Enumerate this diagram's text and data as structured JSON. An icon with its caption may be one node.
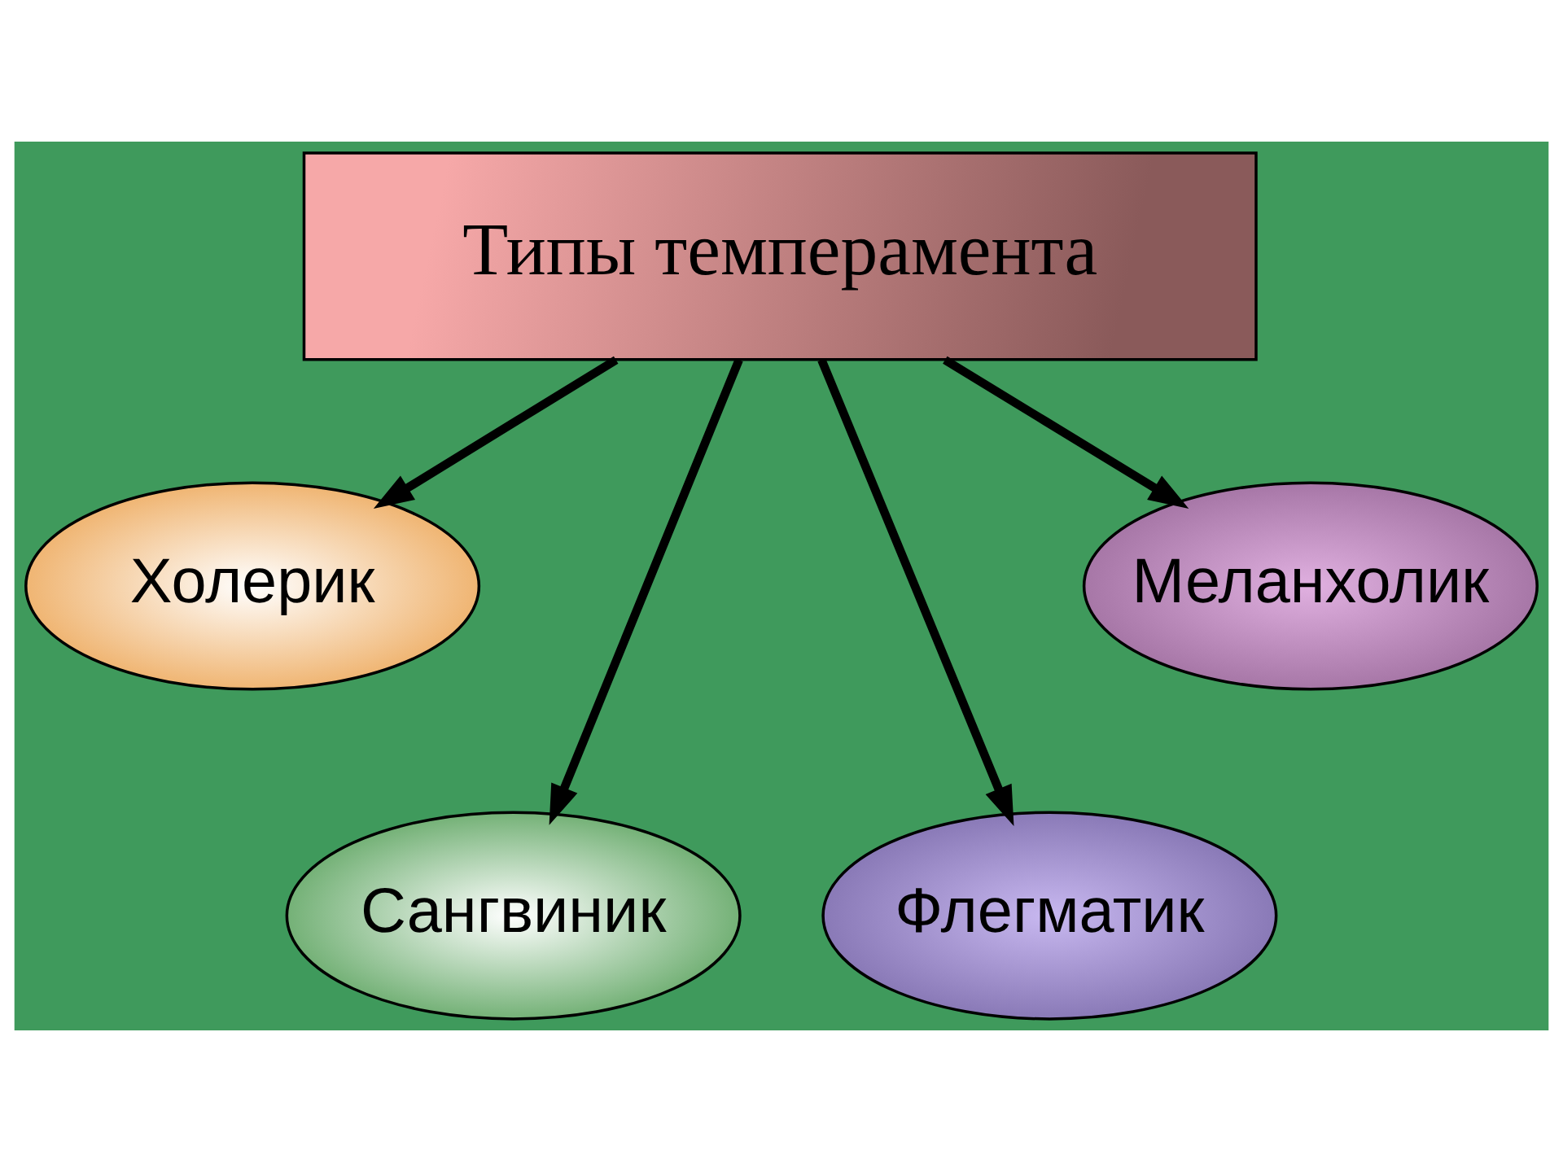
{
  "diagram": {
    "nodes": [
      {
        "text": [
          "Типы темперамента"
        ]
      },
      {
        "text": [
          "Холерик"
        ]
      },
      {
        "text": [
          "Сангвиник"
        ]
      },
      {
        "text": [
          "Флегматик"
        ]
      },
      {
        "text": [
          "Меланхолик"
        ]
      }
    ],
    "edges": [
      {
        "from": 0,
        "to": 1,
        "arrow": "to"
      },
      {
        "from": 0,
        "to": 2,
        "arrow": "to"
      },
      {
        "from": 0,
        "to": 3,
        "arrow": "to"
      },
      {
        "from": 0,
        "to": 4,
        "arrow": "to"
      }
    ]
  }
}
